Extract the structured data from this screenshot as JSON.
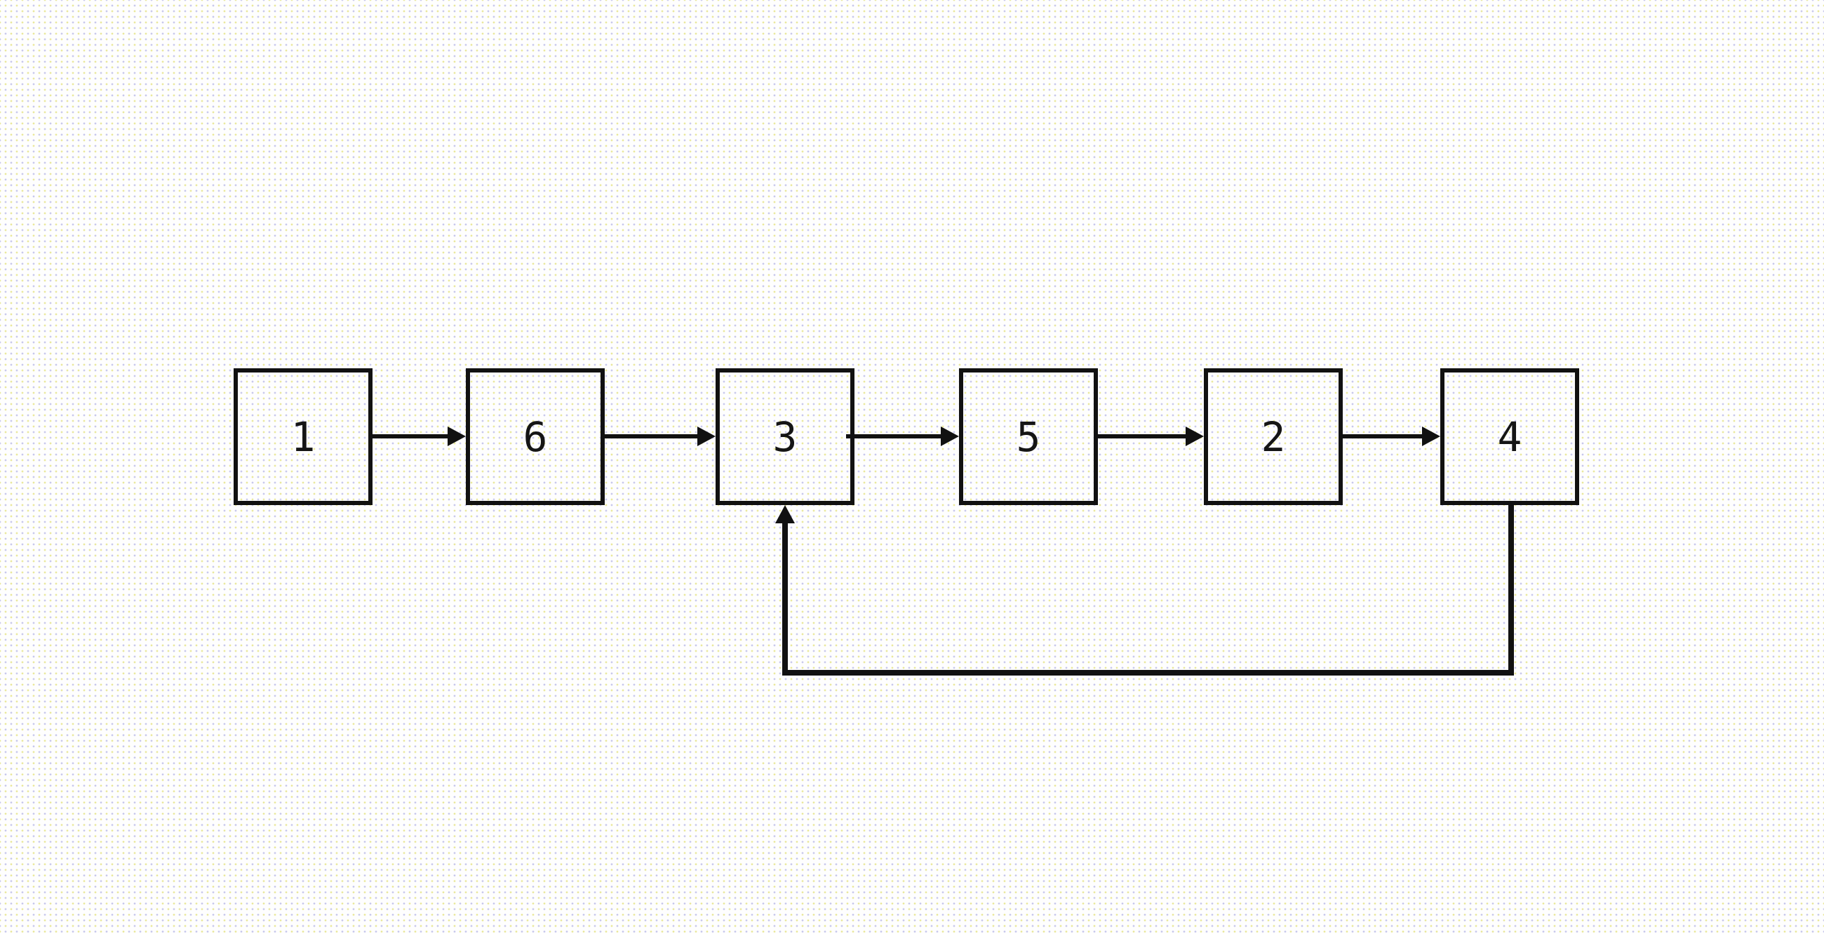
{
  "diagram": {
    "type": "flow",
    "nodes": [
      {
        "label": "1"
      },
      {
        "label": "6"
      },
      {
        "label": "3"
      },
      {
        "label": "5"
      },
      {
        "label": "2"
      },
      {
        "label": "4"
      }
    ],
    "edges": [
      {
        "from": "1",
        "to": "6",
        "style": "straight-arrow"
      },
      {
        "from": "6",
        "to": "3",
        "style": "straight-arrow"
      },
      {
        "from": "3",
        "to": "5",
        "style": "straight-arrow"
      },
      {
        "from": "5",
        "to": "2",
        "style": "straight-arrow"
      },
      {
        "from": "2",
        "to": "4",
        "style": "straight-arrow"
      },
      {
        "from": "4",
        "to": "3",
        "style": "feedback-loop-bottom"
      }
    ],
    "colors": {
      "line": "#111111",
      "label": "#151515",
      "background": "#fefefe",
      "texture_dot_yellow": "#eae89e",
      "texture_dot_lavender": "#c9c9ec"
    }
  }
}
